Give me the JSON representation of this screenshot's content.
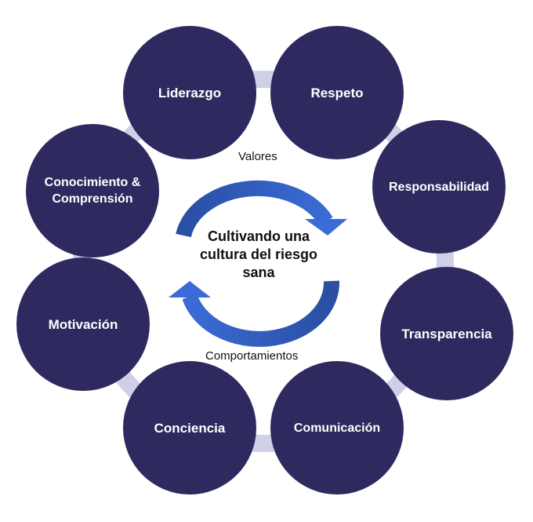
{
  "center_text": "Cultivando una cultura del riesgo sana",
  "top_label": "Valores",
  "bottom_label": "Comportamientos",
  "nodes": [
    "Liderazgo",
    "Respeto",
    "Responsabilidad",
    "Transparencia",
    "Comunicación",
    "Conciencia",
    "Motivación",
    "Conocimiento & Comprensión"
  ],
  "colors": {
    "node": "#2e2a5f",
    "ring": "#cfd0e8",
    "arrow": "#3563c9"
  }
}
